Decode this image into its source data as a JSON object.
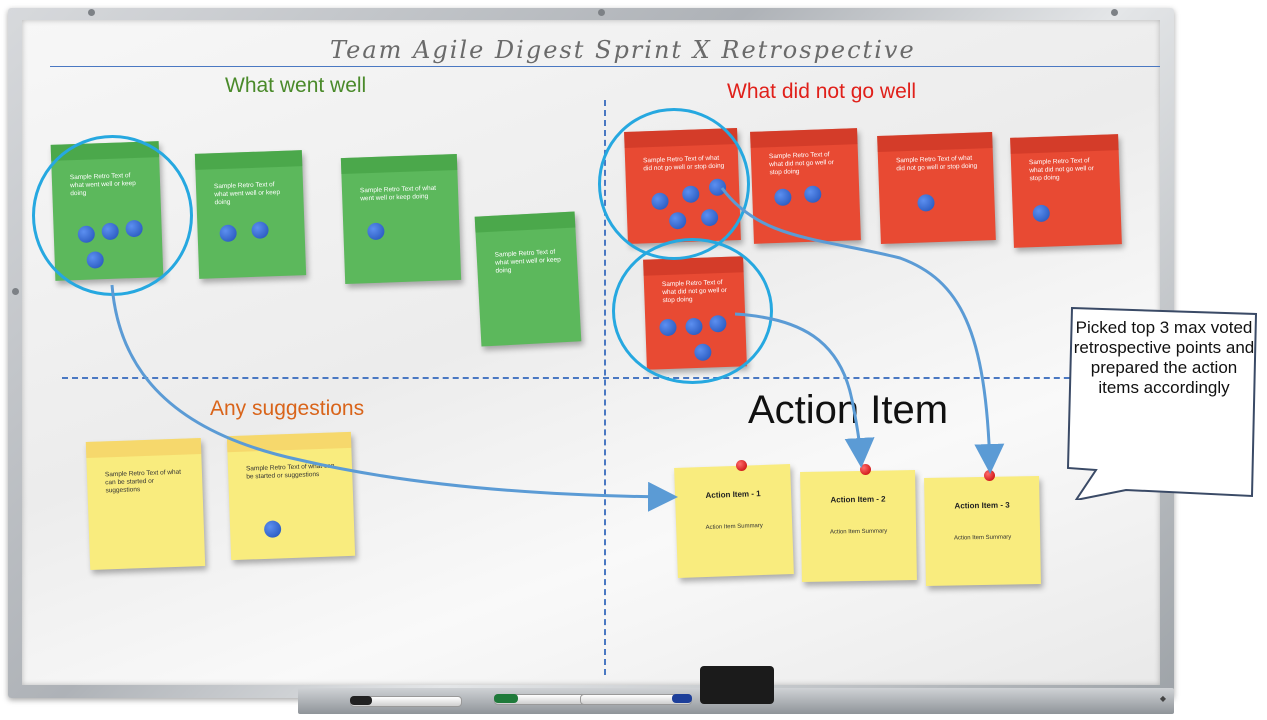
{
  "board": {
    "title": "Team Agile Digest Sprint X Retrospective"
  },
  "sections": {
    "went_well": {
      "heading": "What went well",
      "color": "#4a8a2a"
    },
    "not_well": {
      "heading": "What did not go well",
      "color": "#e0201a"
    },
    "suggestions": {
      "heading": "Any suggestions",
      "color": "#d9641a"
    },
    "action": {
      "heading": "Action Item"
    }
  },
  "notes": {
    "went_well": [
      {
        "text": "Sample Retro Text of what went well or keep doing",
        "votes": 4
      },
      {
        "text": "Sample Retro Text of what went well or keep doing",
        "votes": 2
      },
      {
        "text": "Sample Retro Text of what went well or keep doing",
        "votes": 1
      },
      {
        "text": "Sample Retro Text of what went well or keep doing",
        "votes": 0
      }
    ],
    "not_well": [
      {
        "text": "Sample Retro Text of what did not go well or stop doing",
        "votes": 5
      },
      {
        "text": "Sample Retro Text of what did not go well or stop doing",
        "votes": 2
      },
      {
        "text": "Sample Retro Text of what did not go well or stop doing",
        "votes": 1
      },
      {
        "text": "Sample Retro Text of what did not go well or stop doing",
        "votes": 1
      },
      {
        "text": "Sample Retro Text of what did not go well or stop doing",
        "votes": 4
      }
    ],
    "suggestions": [
      {
        "text": "Sample Retro Text of what can be started or suggestions",
        "votes": 0
      },
      {
        "text": "Sample Retro Text of what can be started or suggestions",
        "votes": 1
      }
    ]
  },
  "action_items": [
    {
      "title": "Action Item - 1",
      "summary": "Action Item Summary"
    },
    {
      "title": "Action Item - 2",
      "summary": "Action Item Summary"
    },
    {
      "title": "Action Item - 3",
      "summary": "Action Item Summary"
    }
  ],
  "callout": {
    "text": "Picked top 3 max voted retrospective points and prepared the action items accordingly"
  },
  "colors": {
    "green_note": "#5cb85c",
    "red_note": "#e84a33",
    "yellow_note": "#f9ec7e",
    "vote_dot": "#2f63cf",
    "highlight_ring": "#26a8e0",
    "arrow": "#5b9bd5",
    "divider": "#4a78c2"
  }
}
